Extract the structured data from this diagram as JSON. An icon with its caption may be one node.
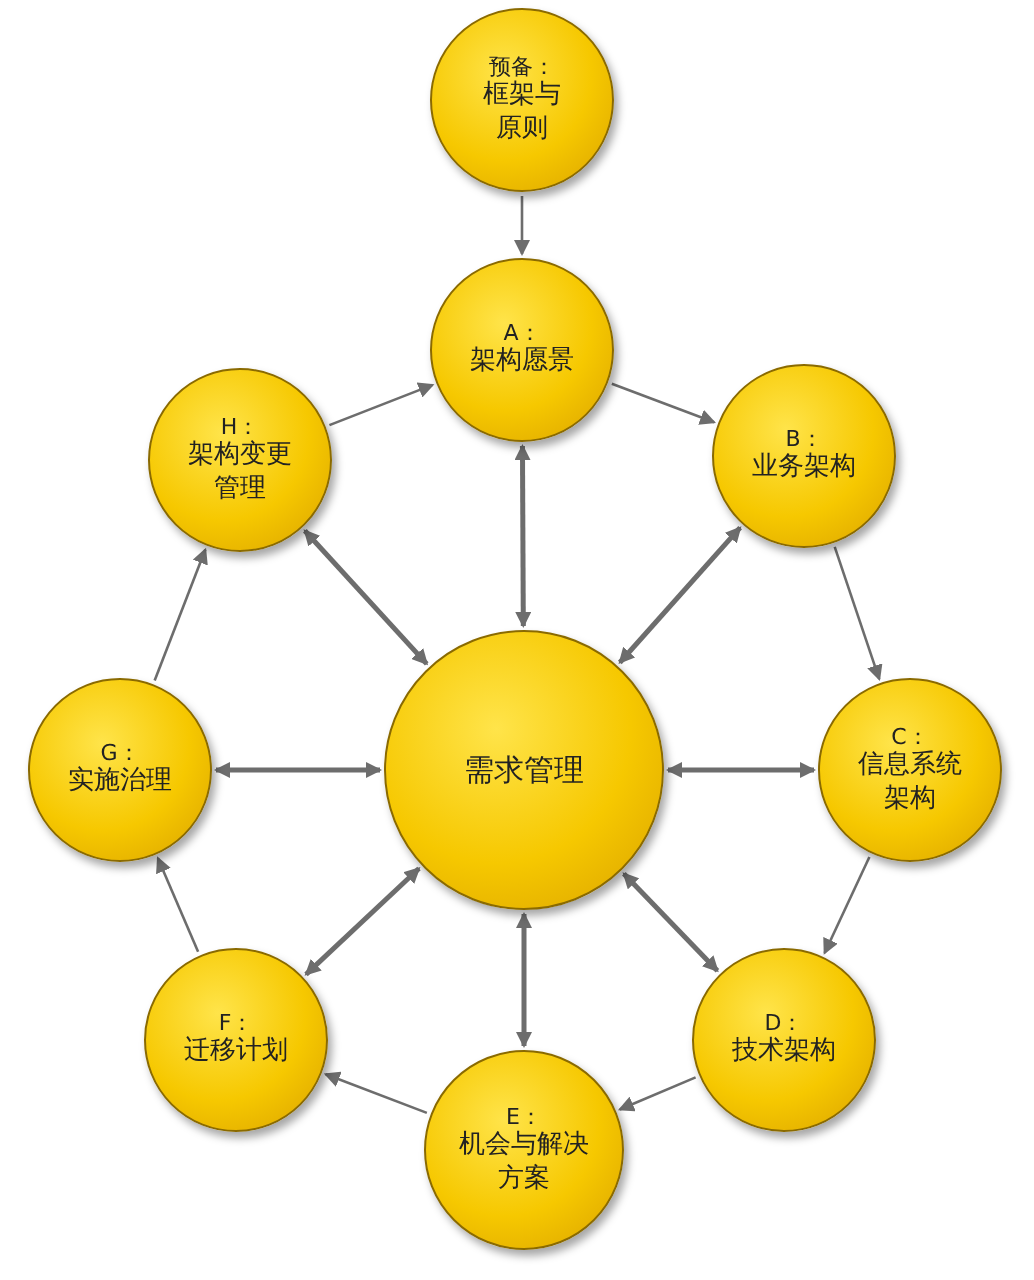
{
  "diagram": {
    "nodes": [
      {
        "text": [
          "预备：",
          "框架与原则"
        ]
      },
      {
        "text": [
          "A：",
          "架构愿景"
        ]
      },
      {
        "text": [
          "B：",
          "业务架构"
        ]
      },
      {
        "text": [
          "C：",
          "信息系统架构"
        ]
      },
      {
        "text": [
          "D：",
          "技术架构"
        ]
      },
      {
        "text": [
          "E：",
          "机会与解决方案"
        ]
      },
      {
        "text": [
          "F：",
          "迁移计划"
        ]
      },
      {
        "text": [
          "G：",
          "实施治理"
        ]
      },
      {
        "text": [
          "H：",
          "架构变更管理"
        ]
      },
      {
        "text": [
          "需求管理"
        ]
      }
    ],
    "edges": [
      {
        "from": 0,
        "to": 1,
        "arrow": "to"
      },
      {
        "from": 1,
        "to": 2,
        "arrow": "to"
      },
      {
        "from": 2,
        "to": 3,
        "arrow": "to"
      },
      {
        "from": 3,
        "to": 4,
        "arrow": "to"
      },
      {
        "from": 4,
        "to": 5,
        "arrow": "to"
      },
      {
        "from": 5,
        "to": 6,
        "arrow": "to"
      },
      {
        "from": 6,
        "to": 7,
        "arrow": "to"
      },
      {
        "from": 7,
        "to": 8,
        "arrow": "to"
      },
      {
        "from": 8,
        "to": 1,
        "arrow": "to"
      },
      {
        "from": 9,
        "to": 1,
        "arrow": "both"
      },
      {
        "from": 9,
        "to": 2,
        "arrow": "both"
      },
      {
        "from": 9,
        "to": 3,
        "arrow": "both"
      },
      {
        "from": 9,
        "to": 4,
        "arrow": "both"
      },
      {
        "from": 9,
        "to": 5,
        "arrow": "both"
      },
      {
        "from": 9,
        "to": 6,
        "arrow": "both"
      },
      {
        "from": 9,
        "to": 7,
        "arrow": "both"
      },
      {
        "from": 9,
        "to": 8,
        "arrow": "both"
      }
    ]
  }
}
